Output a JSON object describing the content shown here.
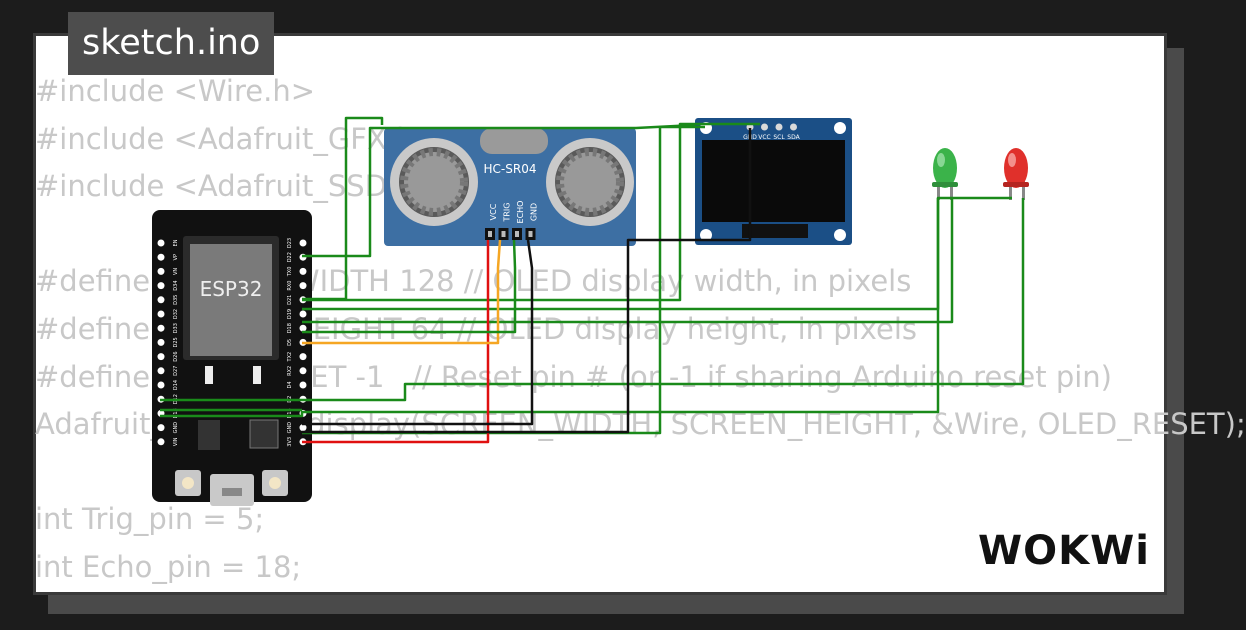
{
  "title": "sketch.ino",
  "code_lines": [
    "#include <Wire.h>",
    "#include <Adafruit_GFX.h>",
    "#include <Adafruit_SSD1306.h>",
    "",
    "#define SCREEN_WIDTH 128 // OLED display width, in pixels",
    "#define SCREEN_HEIGHT 64 // OLED display height, in pixels",
    "#define OLED_RESET -1   // Reset pin # (or -1 if sharing Arduino reset pin)",
    "Adafruit_SSD1306 display(SCREEN_WIDTH, SCREEN_HEIGHT, &Wire, OLED_RESET);",
    "",
    "int Trig_pin = 5;",
    "int Echo_pin = 18;"
  ],
  "esp32": {
    "label": "ESP32",
    "left_pins": [
      "EN",
      "VP",
      "VN",
      "D34",
      "D35",
      "D32",
      "D33",
      "D25",
      "D26",
      "D27",
      "D14",
      "D12",
      "D13",
      "GND",
      "VIN"
    ],
    "right_pins": [
      "D23",
      "D22",
      "TX0",
      "RX0",
      "D21",
      "D19",
      "D18",
      "D5",
      "TX2",
      "RX2",
      "D4",
      "D2",
      "D15",
      "GND",
      "3V3"
    ]
  },
  "sensor": {
    "label": "HC-SR04",
    "pins": [
      "VCC",
      "TRIG",
      "ECHO",
      "GND"
    ]
  },
  "oled": {
    "pins": [
      "GND",
      "VCC",
      "SCL",
      "SDA"
    ]
  },
  "brand": "WOKWi",
  "colors": {
    "wire_green": "#1a8a1a",
    "wire_red": "#e01010",
    "wire_orange": "#f5a623",
    "wire_black": "#111111",
    "board": "#111111",
    "sensor_pcb": "#3d6fa3",
    "oled_pcb": "#1b4f86",
    "led_green": "#3bb34a",
    "led_red": "#e0302b"
  }
}
